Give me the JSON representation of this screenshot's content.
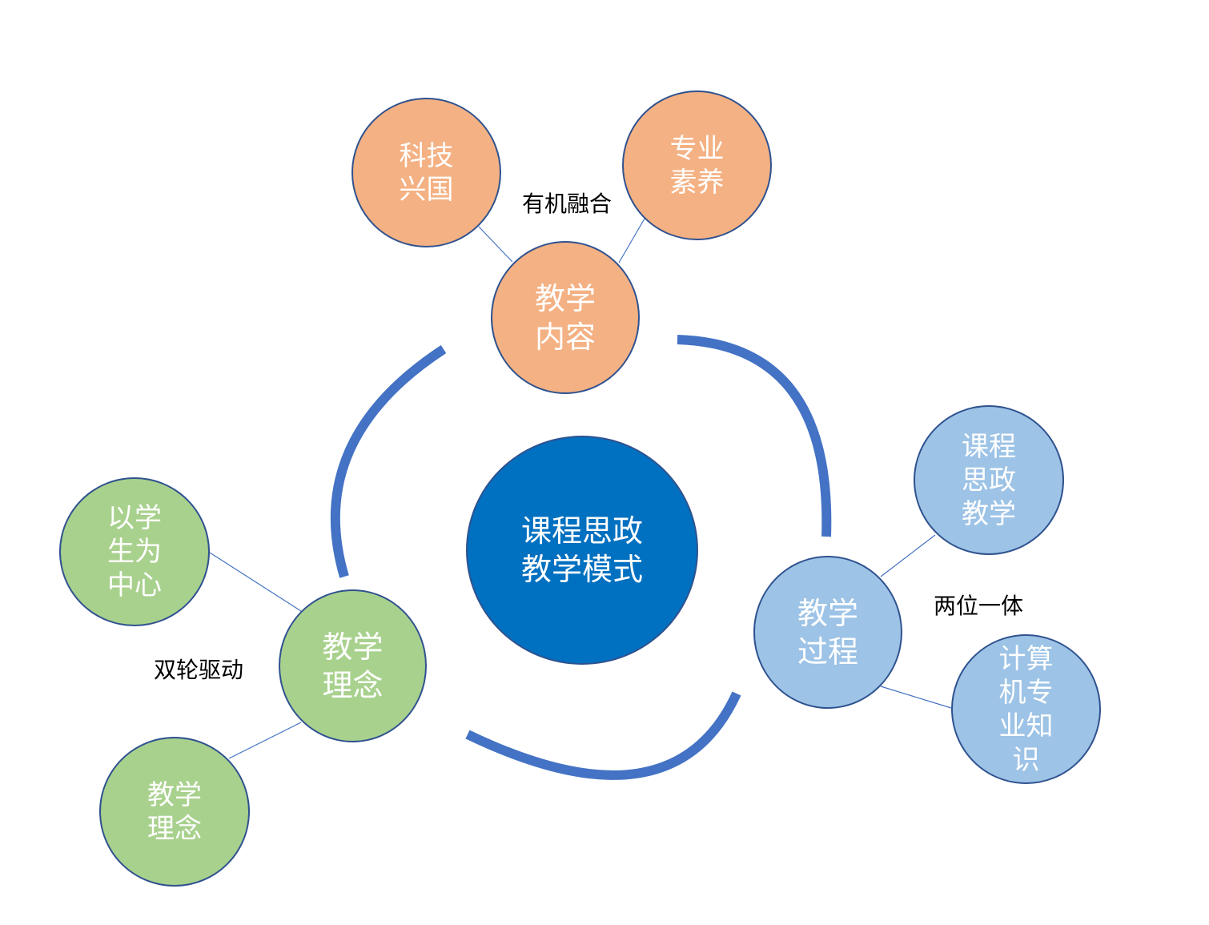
{
  "center": {
    "text": "课程思政\n教学模式"
  },
  "content": {
    "hub": "教学\n内容",
    "leaf_a": "科技\n兴国",
    "leaf_b": "专业\n素养",
    "label": "有机融合"
  },
  "concept": {
    "hub": "教学\n理念",
    "leaf_a": "以学\n生为\n中心",
    "leaf_b": "教学\n理念",
    "label": "双轮驱动"
  },
  "process": {
    "hub": "教学\n过程",
    "leaf_a": "课程\n思政\n教学",
    "leaf_b": "计算\n机专\n业知\n识",
    "label": "两位一体"
  },
  "colors": {
    "orange": "#F4B183",
    "green": "#A9D18E",
    "light_blue": "#9DC3E6",
    "center_blue": "#0070C0",
    "arc_blue": "#4472C4",
    "outline": "#2F528F"
  }
}
